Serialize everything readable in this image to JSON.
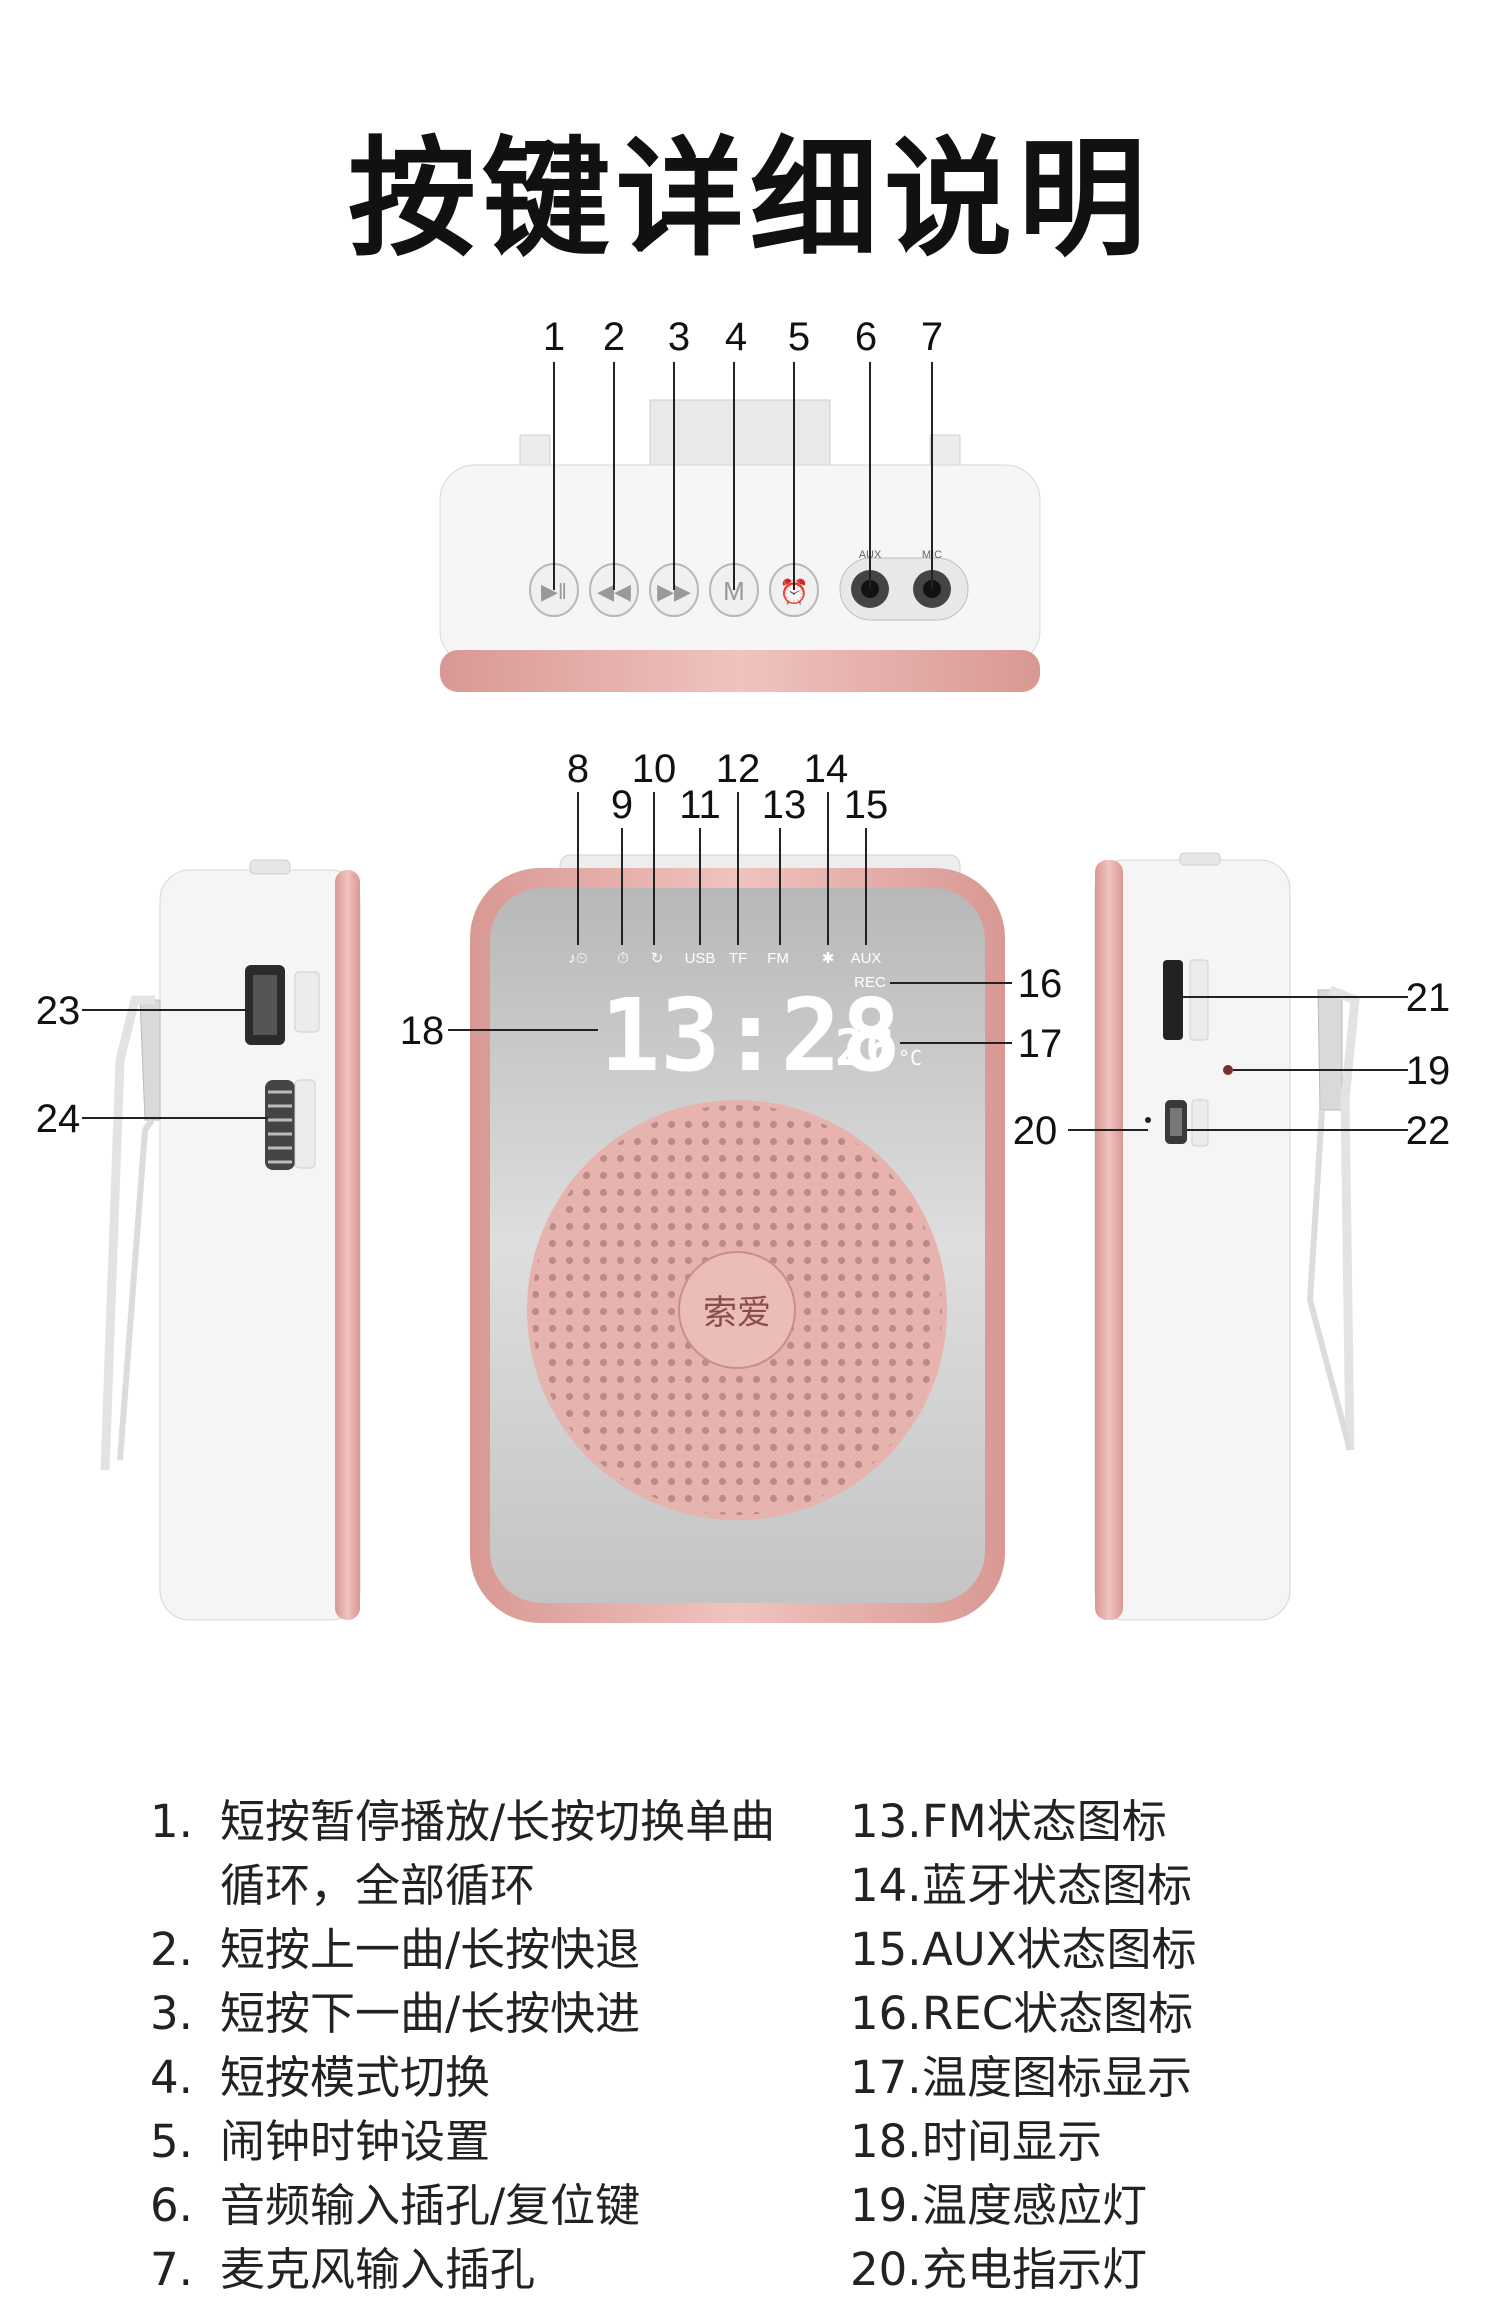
{
  "title": "按键详细说明",
  "top_device": {
    "callouts": [
      "1",
      "2",
      "3",
      "4",
      "5",
      "6",
      "7"
    ],
    "port_labels": [
      "AUX",
      "MIC"
    ]
  },
  "front_device": {
    "callouts_top_row": [
      "8",
      "10",
      "12",
      "14"
    ],
    "callouts_second_row": [
      "9",
      "11",
      "13",
      "15"
    ],
    "callouts_right": [
      "16",
      "17"
    ],
    "callout_left": "18",
    "status_icons": [
      "USB",
      "TF",
      "FM",
      "AUX"
    ],
    "rec_label": "REC",
    "time": "13:28",
    "temperature": "26",
    "temp_unit": "°C",
    "brand": "索爱"
  },
  "left_device": {
    "callouts": [
      "23",
      "24"
    ]
  },
  "right_device": {
    "callouts_right": [
      "21",
      "19",
      "22"
    ],
    "callout_left": "20"
  },
  "descriptions_left": [
    {
      "num": "1.",
      "text": "短按暂停播放/长按切换单曲循环，全部循环"
    },
    {
      "num": "2.",
      "text": "短按上一曲/长按快退"
    },
    {
      "num": "3.",
      "text": "短按下一曲/长按快进"
    },
    {
      "num": "4.",
      "text": "短按模式切换"
    },
    {
      "num": "5.",
      "text": "闹钟时钟设置"
    },
    {
      "num": "6.",
      "text": "音频输入插孔/复位键"
    },
    {
      "num": "7.",
      "text": "麦克风输入插孔"
    }
  ],
  "descriptions_right": [
    {
      "num": "13.",
      "text": "FM状态图标"
    },
    {
      "num": "14.",
      "text": "蓝牙状态图标"
    },
    {
      "num": "15.",
      "text": "AUX状态图标"
    },
    {
      "num": "16.",
      "text": "REC状态图标"
    },
    {
      "num": "17.",
      "text": "温度图标显示"
    },
    {
      "num": "18.",
      "text": "时间显示"
    },
    {
      "num": "19.",
      "text": "温度感应灯"
    },
    {
      "num": "20.",
      "text": "充电指示灯"
    }
  ],
  "colors": {
    "rose_gold": "#e2a9a4",
    "body_white": "#f4f4f4",
    "mirror": "#c9c9c9",
    "speaker": "#e4b0ab"
  }
}
